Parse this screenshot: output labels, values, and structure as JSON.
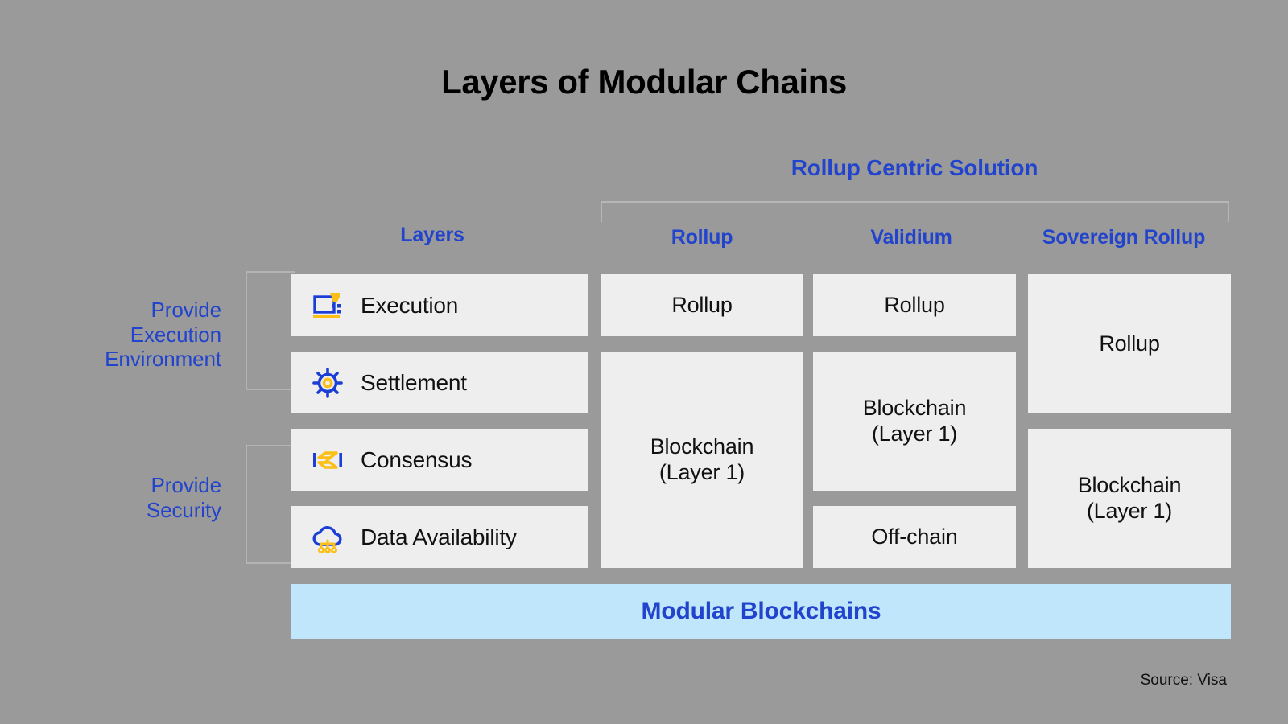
{
  "title": "Layers of Modular Chains",
  "solution_heading": "Rollup Centric Solution",
  "colors": {
    "background": "#9a9a9a",
    "cell": "#eeeeee",
    "accent_blue": "#2244cc",
    "icon_blue": "#1b3fd6",
    "icon_yellow": "#fcbf16",
    "modular_bar": "#bfe6fb"
  },
  "columns": {
    "layers": "Layers",
    "rollup": "Rollup",
    "validium": "Validium",
    "sovereign": "Sovereign Rollup"
  },
  "side_labels": {
    "execution": "Provide\nExecution\nEnvironment",
    "security": "Provide\nSecurity"
  },
  "layers": [
    {
      "label": "Execution",
      "icon": "laptop-cursor-icon"
    },
    {
      "label": "Settlement",
      "icon": "gear-icon"
    },
    {
      "label": "Consensus",
      "icon": "handshake-icon"
    },
    {
      "label": "Data Availability",
      "icon": "cloud-network-icon"
    }
  ],
  "rollup_column": [
    {
      "text": "Rollup",
      "rows": 1
    },
    {
      "text": "Blockchain\n(Layer 1)",
      "rows": 3
    }
  ],
  "validium_column": [
    {
      "text": "Rollup",
      "rows": 1
    },
    {
      "text": "Blockchain\n(Layer 1)",
      "rows": 2
    },
    {
      "text": "Off-chain",
      "rows": 1
    }
  ],
  "sovereign_column": [
    {
      "text": "Rollup",
      "rows": 2
    },
    {
      "text": "Blockchain\n(Layer 1)",
      "rows": 2
    }
  ],
  "modular_bar": "Modular Blockchains",
  "source": "Source: Visa"
}
